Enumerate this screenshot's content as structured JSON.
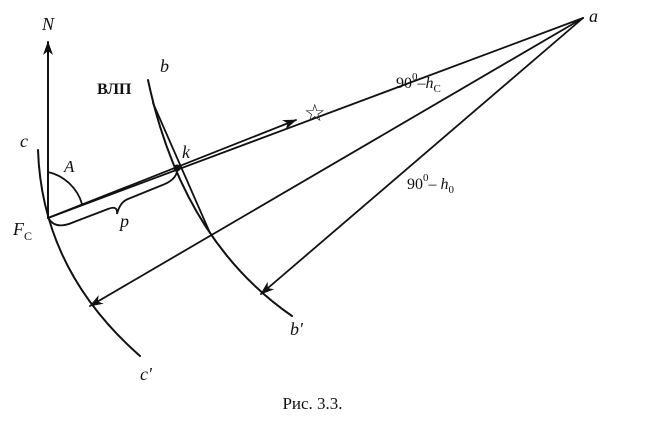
{
  "labels": {
    "north": "N",
    "point_a": "a",
    "arc_b_start": "b",
    "arc_b_end": "b'",
    "arc_c_start": "c",
    "arc_c_end": "c'",
    "point_k": "k",
    "angle_a": "A",
    "distance_p": "p",
    "vlp": "ВЛП",
    "fc_main": "F",
    "fc_sub": "C",
    "zenith_hc_main": "90",
    "zenith_hc_sup": "0",
    "zenith_hc_rest": "–h",
    "zenith_hc_sub": "C",
    "zenith_h0_main": "90",
    "zenith_h0_sup": "0",
    "zenith_h0_rest": "– h",
    "zenith_h0_sub": "0",
    "star_symbol": "☆"
  },
  "caption": "Рис. 3.3."
}
